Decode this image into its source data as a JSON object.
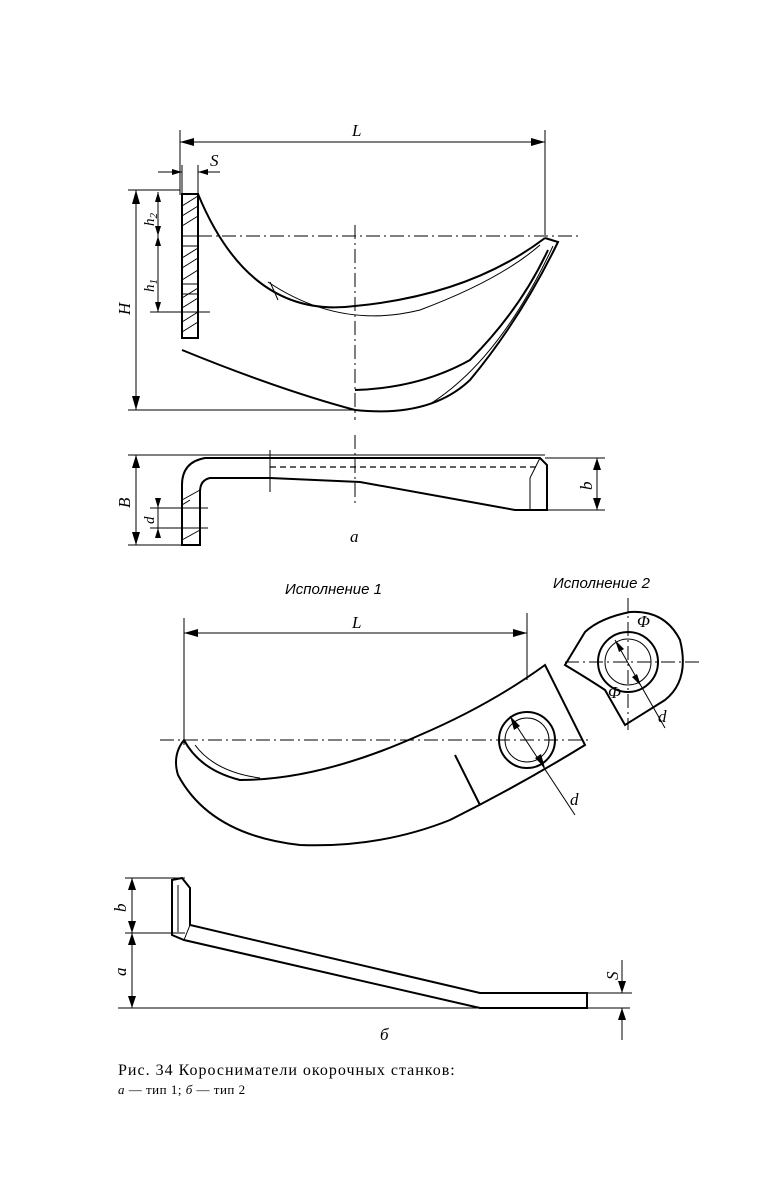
{
  "figure": {
    "view_a": {
      "dimensions": {
        "L": "L",
        "S": "S",
        "H": "H",
        "h1": "h",
        "h1_sub": "1",
        "h2": "h",
        "h2_sub": "2",
        "B": "B",
        "b": "b",
        "d": "d"
      },
      "view_label": "a"
    },
    "view_b": {
      "variant1_label": "Исполнение 1",
      "variant2_label": "Исполнение 2",
      "dimensions": {
        "L": "L",
        "d": "d",
        "d_variant2": "d",
        "b": "b",
        "a": "a",
        "S": "S"
      },
      "view_label": "б"
    },
    "caption": {
      "title": "Рис. 34  Короснимaтели окорочных станков:",
      "sub_a_letter": "а",
      "sub_a_text": " — тип  1;  ",
      "sub_b_letter": "б",
      "sub_b_text": " — тип  2"
    }
  }
}
